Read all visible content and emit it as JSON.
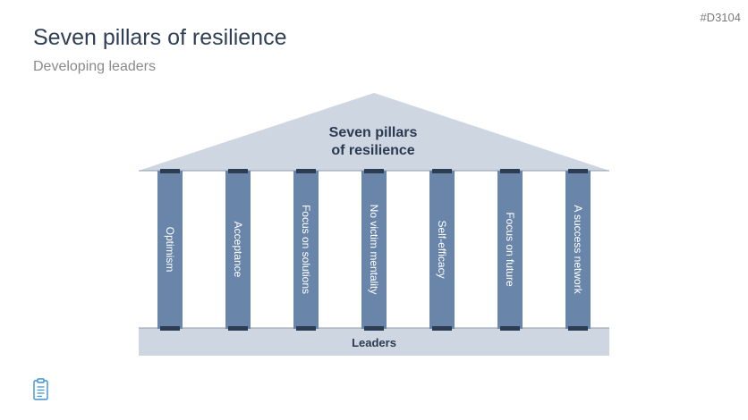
{
  "slide_id": "#D3104",
  "title": "Seven pillars of resilience",
  "subtitle": "Developing leaders",
  "diagram": {
    "roof_line1": "Seven pillars",
    "roof_line2": "of resilience",
    "pillars": [
      "Optimism",
      "Acceptance",
      "Focus on solutions",
      "No victim mentality",
      "Self-efficacy",
      "Focus on future",
      "A success network"
    ],
    "base": "Leaders"
  },
  "colors": {
    "roof": "#cdd6e1",
    "pillar": "#6985aa",
    "cap": "#2c3c52",
    "base": "#cdd6e1",
    "title": "#2f3f55"
  },
  "icons": {
    "footer": "clipboard-icon"
  }
}
